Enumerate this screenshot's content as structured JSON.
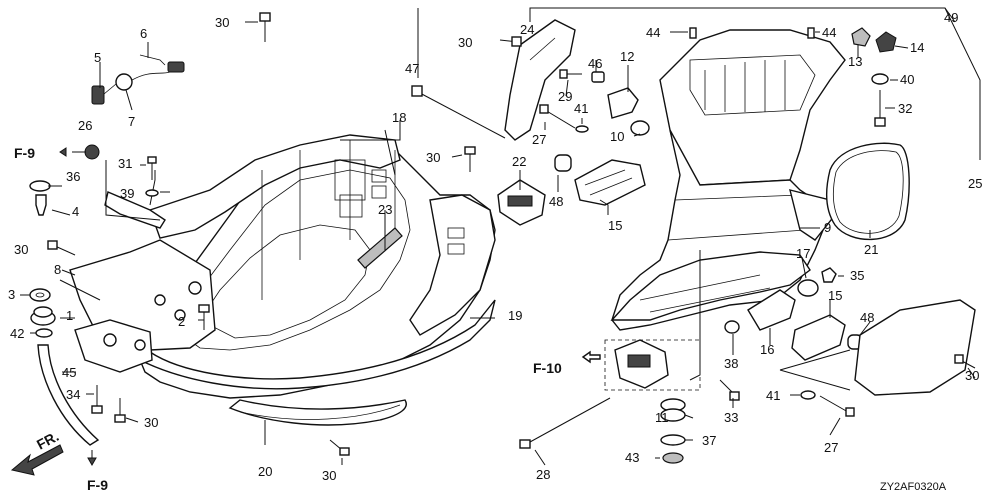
{
  "diagram": {
    "code": "ZY2AF0320A",
    "ref_f9_top": "F-9",
    "ref_f9_bottom": "F-9",
    "ref_f10": "F-10",
    "front_marker": "FR."
  },
  "callouts": [
    {
      "id": "c1",
      "text": "1"
    },
    {
      "id": "c2",
      "text": "2"
    },
    {
      "id": "c3",
      "text": "3"
    },
    {
      "id": "c4",
      "text": "4"
    },
    {
      "id": "c5",
      "text": "5"
    },
    {
      "id": "c6",
      "text": "6"
    },
    {
      "id": "c7",
      "text": "7"
    },
    {
      "id": "c8",
      "text": "8"
    },
    {
      "id": "c9",
      "text": "9"
    },
    {
      "id": "c10",
      "text": "10"
    },
    {
      "id": "c11",
      "text": "11"
    },
    {
      "id": "c12",
      "text": "12"
    },
    {
      "id": "c13",
      "text": "13"
    },
    {
      "id": "c14",
      "text": "14"
    },
    {
      "id": "c15a",
      "text": "15"
    },
    {
      "id": "c15b",
      "text": "15"
    },
    {
      "id": "c16",
      "text": "16"
    },
    {
      "id": "c17",
      "text": "17"
    },
    {
      "id": "c18",
      "text": "18"
    },
    {
      "id": "c19",
      "text": "19"
    },
    {
      "id": "c20",
      "text": "20"
    },
    {
      "id": "c21",
      "text": "21"
    },
    {
      "id": "c22",
      "text": "22"
    },
    {
      "id": "c23",
      "text": "23"
    },
    {
      "id": "c24",
      "text": "24"
    },
    {
      "id": "c25",
      "text": "25"
    },
    {
      "id": "c26",
      "text": "26"
    },
    {
      "id": "c27a",
      "text": "27"
    },
    {
      "id": "c27b",
      "text": "27"
    },
    {
      "id": "c28",
      "text": "28"
    },
    {
      "id": "c29",
      "text": "29"
    },
    {
      "id": "c30a",
      "text": "30"
    },
    {
      "id": "c30b",
      "text": "30"
    },
    {
      "id": "c30c",
      "text": "30"
    },
    {
      "id": "c30d",
      "text": "30"
    },
    {
      "id": "c30e",
      "text": "30"
    },
    {
      "id": "c30f",
      "text": "30"
    },
    {
      "id": "c30g",
      "text": "30"
    },
    {
      "id": "c31",
      "text": "31"
    },
    {
      "id": "c32",
      "text": "32"
    },
    {
      "id": "c33",
      "text": "33"
    },
    {
      "id": "c34",
      "text": "34"
    },
    {
      "id": "c35",
      "text": "35"
    },
    {
      "id": "c36",
      "text": "36"
    },
    {
      "id": "c37",
      "text": "37"
    },
    {
      "id": "c38",
      "text": "38"
    },
    {
      "id": "c39",
      "text": "39"
    },
    {
      "id": "c40",
      "text": "40"
    },
    {
      "id": "c41a",
      "text": "41"
    },
    {
      "id": "c41b",
      "text": "41"
    },
    {
      "id": "c42",
      "text": "42"
    },
    {
      "id": "c43",
      "text": "43"
    },
    {
      "id": "c44a",
      "text": "44"
    },
    {
      "id": "c44b",
      "text": "44"
    },
    {
      "id": "c45",
      "text": "45"
    },
    {
      "id": "c46",
      "text": "46"
    },
    {
      "id": "c47",
      "text": "47"
    },
    {
      "id": "c48a",
      "text": "48"
    },
    {
      "id": "c48b",
      "text": "48"
    },
    {
      "id": "c49",
      "text": "49"
    }
  ]
}
